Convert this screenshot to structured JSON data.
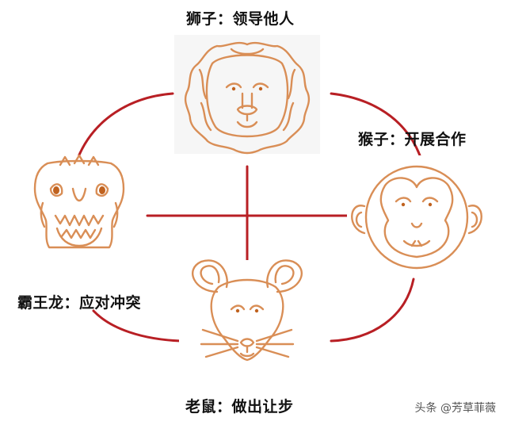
{
  "labels": {
    "lion": "狮子：领导他人",
    "monkey": "猴子：开展合作",
    "trex": "霸王龙：应对冲突",
    "mouse": "老鼠：做出让步"
  },
  "watermark": "头条 @芳草菲薇",
  "colors": {
    "connector": "#b81f24",
    "sketch": "#d98e56",
    "sketch_fill": "#c0621f",
    "panel": "#f6f6f6"
  },
  "icons": {
    "lion": "lion-head-icon",
    "monkey": "monkey-head-icon",
    "trex": "t-rex-head-icon",
    "mouse": "mouse-head-icon"
  }
}
